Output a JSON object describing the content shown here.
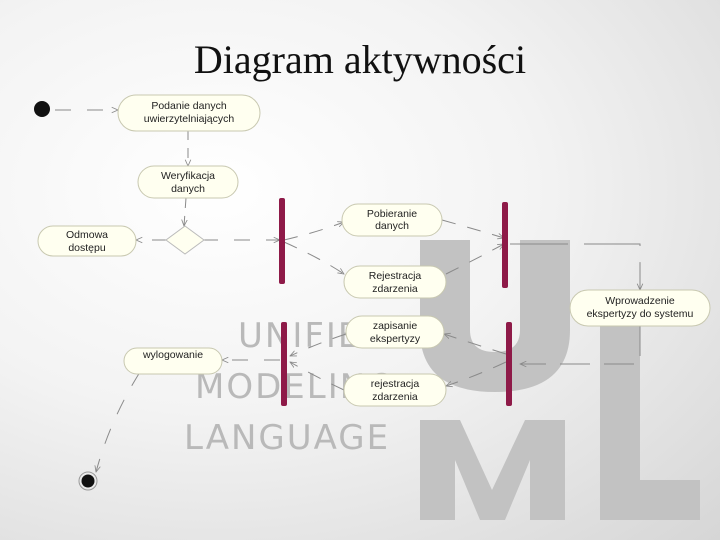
{
  "slide": {
    "title": "Diagram aktywności"
  },
  "watermark": {
    "lines": [
      "UNIFIED",
      "MODELING",
      "LANGUAGE"
    ],
    "logo_letters": "UML"
  },
  "activities": {
    "podanie": [
      "Podanie danych",
      "uwierzytelniających"
    ],
    "weryfikacja": [
      "Weryfikacja",
      "danych"
    ],
    "odmowa": [
      "Odmowa",
      "dostępu"
    ],
    "pobieranie": [
      "Pobieranie",
      "danych"
    ],
    "rejestracja1": [
      "Rejestracja",
      "zdarzenia"
    ],
    "wprowadzenie": [
      "Wprowadzenie",
      "ekspertyzy do systemu"
    ],
    "zapisanie": [
      "zapisanie",
      "ekspertyzy"
    ],
    "wylogowanie": [
      "wylogowanie"
    ],
    "rejestracja2": [
      "rejestracja",
      "zdarzenia"
    ]
  },
  "colors": {
    "bar": "#8e1a48",
    "node_fill": "#fffff0",
    "node_stroke": "#c8c8b0",
    "edge": "#8a8a8a"
  }
}
